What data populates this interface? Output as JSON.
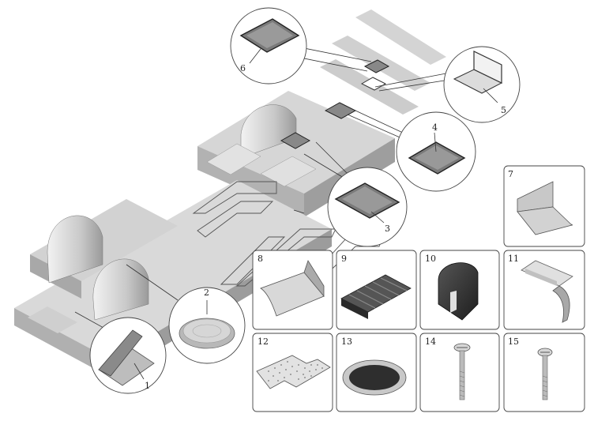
{
  "callouts": [
    {
      "id": "1",
      "label": "1"
    },
    {
      "id": "2",
      "label": "2"
    },
    {
      "id": "3",
      "label": "3"
    },
    {
      "id": "4",
      "label": "4"
    },
    {
      "id": "5",
      "label": "5"
    },
    {
      "id": "6",
      "label": "6"
    }
  ],
  "panels": [
    {
      "id": "7",
      "label": "7"
    },
    {
      "id": "8",
      "label": "8"
    },
    {
      "id": "9",
      "label": "9"
    },
    {
      "id": "10",
      "label": "10"
    },
    {
      "id": "11",
      "label": "11"
    },
    {
      "id": "12",
      "label": "12"
    },
    {
      "id": "13",
      "label": "13"
    },
    {
      "id": "14",
      "label": "14"
    },
    {
      "id": "15",
      "label": "15"
    }
  ],
  "colors": {
    "floor_top": "#d8d8d8",
    "floor_side": "#b4b4b4",
    "dark_part": "#333333",
    "outline": "#444444"
  }
}
